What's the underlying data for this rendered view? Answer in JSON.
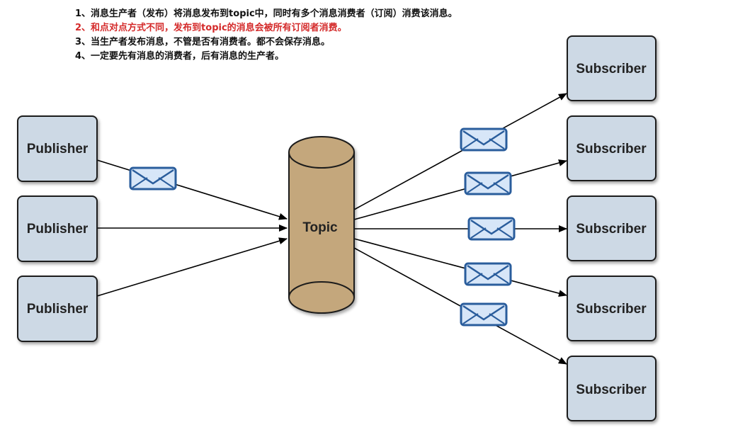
{
  "notes": [
    {
      "text": "1、消息生产者（发布）将消息发布到topic中，同时有多个消息消费者（订阅）消费该消息。",
      "color": "#111111"
    },
    {
      "text": "2、和点对点方式不同，发布到topic的消息会被所有订阅者消费。",
      "color": "#d42a2a"
    },
    {
      "text": "3、当生产者发布消息，不管是否有消费者。都不会保存消息。",
      "color": "#111111"
    },
    {
      "text": "4、一定要先有消息的消费者，后有消息的生产者。",
      "color": "#111111"
    }
  ],
  "topic": {
    "label": "Topic",
    "color": "#c4a77b"
  },
  "publishers": [
    {
      "label": "Publisher"
    },
    {
      "label": "Publisher"
    },
    {
      "label": "Publisher"
    }
  ],
  "subscribers": [
    {
      "label": "Subscriber"
    },
    {
      "label": "Subscriber"
    },
    {
      "label": "Subscriber"
    },
    {
      "label": "Subscriber"
    },
    {
      "label": "Subscriber"
    }
  ],
  "colors": {
    "box_fill": "#cdd9e5",
    "box_stroke": "#1a1a1a",
    "envelope_fill": "#d7e6f8",
    "envelope_stroke": "#2a5d9c"
  },
  "icons": {
    "message": "envelope-icon"
  }
}
